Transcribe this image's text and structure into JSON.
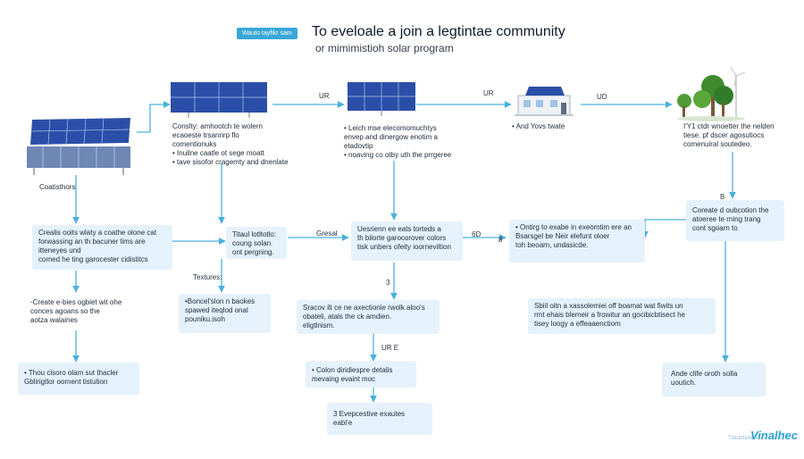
{
  "header": {
    "tag": "Wauto tayfikr sam",
    "title_line1": "To eveloale a join a legtintae community",
    "title_line2": "or mimimistioh solar program"
  },
  "top_labels": {
    "ur1": "UR",
    "ur2": "UR",
    "ur3": "UD"
  },
  "illustrations": {
    "solar_left": "solar-array",
    "solar_top1": "solar-panel",
    "solar_top2": "solar-panel",
    "building": "building",
    "trees": "trees-turbine"
  },
  "left_label": "Coatisthors",
  "top_notes": {
    "col2": [
      "Conslty: amhootch te wolern",
      "ecaoeste trsannrp flo",
      "comentionuks",
      "• Inuilne caatle ot sege moatt",
      "• tave sisofor cragemty and dnenlate"
    ],
    "col3": [
      "• Leich mse elecomomuchtys",
      "envep and dinergow enotim a",
      "etadovtip",
      "• noaving co otby uth the prrgeree"
    ],
    "col4": [
      "• And Yovs twate"
    ],
    "col5": [
      "I'Y1 ctdr wnoetter the nelden",
      "tiese. pf dscer agosutiocs",
      "comenuiral soutedeo."
    ]
  },
  "row_mid": {
    "box1": [
      "Crealis ooits wlaty a coathe olone cat",
      "forwassing an th bacuner lims are",
      "itteneyes und",
      "comed he ting garocester cidistitcs"
    ],
    "box2": [
      "Titaul lotltotlo:",
      "coung solan",
      "ont pergning."
    ],
    "label_gresal": "Gresal",
    "box3": [
      "Uesrienn ee eats torteds a",
      "th bilorte garocorover colors",
      "tisk unbers ofeity ioorneviltion"
    ],
    "label_6d": "6D",
    "label_8": "8",
    "box4": [
      "• Ontirg to exabe in exeomtim ere an",
      "Bsarsgel be Neir elefunt oloer",
      "toh beoarn, undasicde."
    ],
    "label_b": "B",
    "box5": [
      "Coreate d oubcotion the",
      "atoeree te rning trang",
      "cont sgoarn to"
    ]
  },
  "row_low": {
    "text1": [
      "-Create e-bies ogbiet wit ohe",
      "conces agoans so the",
      "aotza walaines"
    ],
    "label_textures": "Textures:",
    "box_bonc": [
      "•Boncel'slon n baokes",
      "spawed iteqlod onal",
      "pouniku.isoh"
    ],
    "label_3": "3",
    "box_srac": [
      "Sracov ilt ce ne axectionie rwolk aloo's",
      "obateli, atals the ck amdien.",
      "eligtlnism."
    ],
    "box_sbil": [
      "Sbiil oitn a xassolemiei off boamat wat fiwits un",
      "rmt ehais blemeir a frowitur an gocibicbtisect he",
      "tisey loogy a effeaaenctiom"
    ],
    "label_ure": "UR E",
    "text_thou": [
      "• Thou cisoro olam sut thacler",
      "Gblirigtlor oornent tistution"
    ],
    "box_colon": [
      "• Colon diridiespre detalis",
      "mevaing evaint moc"
    ],
    "box_ande": [
      "Ande clife oroth solla",
      "uoutich."
    ],
    "box_3e": [
      "3 Evepcestive exautes",
      "eabl’e"
    ]
  },
  "brand": {
    "small": "Tistorrtistion",
    "large": "Vinalhec"
  },
  "colors": {
    "accent": "#39a7d8",
    "arrow": "#4ab0de",
    "box_fill": "#e6f2fb",
    "panel": "#2b4fa8"
  }
}
